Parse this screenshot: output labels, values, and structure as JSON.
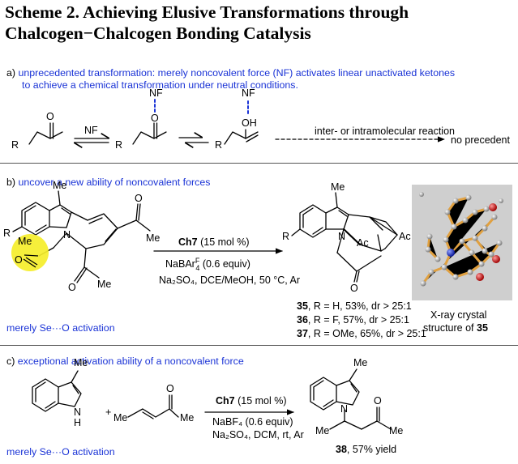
{
  "title_line1": "Scheme 2. Achieving Elusive Transformations through",
  "title_line2": "Chalcogen−Chalcogen Bonding Catalysis",
  "a": {
    "prefix": "a) ",
    "line1": "unprecedented transformation: merely noncovalent force (NF) activates linear unactivated ketones",
    "line2": "to achieve a chemical transformation under neutral conditions.",
    "nf": "NF",
    "r": "R",
    "o": "O",
    "oh": "OH",
    "reaction": "inter- or intramolecular reaction",
    "no_precedent": "no precedent"
  },
  "b": {
    "prefix": "b) ",
    "heading": "uncover a new ability of noncovalent forces",
    "me": "Me",
    "r": "R",
    "n": "N",
    "o": "O",
    "ac": "Ac",
    "catalyst": "Ch7",
    "catalyst_load": " (15 mol %)",
    "cond1": "NaBAr",
    "cond1_sup": "F",
    "cond1_sub": "4",
    "cond1_rest": " (0.6 equiv)",
    "cond2": "Na₂SO₄, DCE/MeOH,  50 °C, Ar",
    "activation": "merely Se···O activation",
    "results": [
      {
        "num": "35",
        "text": ", R = H, 53%, dr > 25:1"
      },
      {
        "num": "36",
        "text": ", R = F, 57%, dr > 25:1"
      },
      {
        "num": "37",
        "text": ", R = OMe, 65%, dr > 25:1"
      }
    ],
    "xray_line1": "X-ray crystal",
    "xray_line2": "structure of ",
    "xray_num": "35"
  },
  "c": {
    "prefix": "c) ",
    "heading": "exceptional activation ability of a noncovalent force",
    "me": "Me",
    "nh": "N",
    "h": "H",
    "n": "N",
    "o": "O",
    "plus": "+",
    "catalyst": "Ch7",
    "catalyst_load": " (15 mol %)",
    "cond1": "NaBF₄ (0.6 equiv)",
    "cond2": "Na₂SO₄, DCM,  rt, Ar",
    "activation": "merely Se···O activation",
    "product_num": "38",
    "product_yield": ", 57% yield"
  },
  "colors": {
    "accent_blue": "#1a33d6",
    "highlight": "#f5ee2a",
    "carbon": "#e0a040",
    "nitrogen": "#1a2bd0",
    "oxygen": "#d42020"
  }
}
